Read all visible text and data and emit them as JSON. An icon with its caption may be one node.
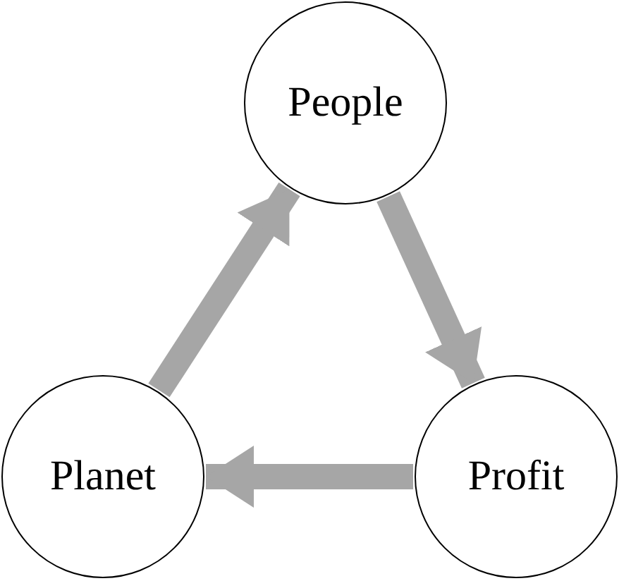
{
  "diagram": {
    "nodes": [
      {
        "text": [
          "People"
        ]
      },
      {
        "text": [
          "Profit"
        ]
      },
      {
        "text": [
          "Planet"
        ]
      }
    ],
    "edges": [
      {
        "from": 0,
        "to": 1,
        "arrow": "to"
      },
      {
        "from": 1,
        "to": 2,
        "arrow": "to"
      },
      {
        "from": 2,
        "to": 0,
        "arrow": "to"
      }
    ]
  }
}
